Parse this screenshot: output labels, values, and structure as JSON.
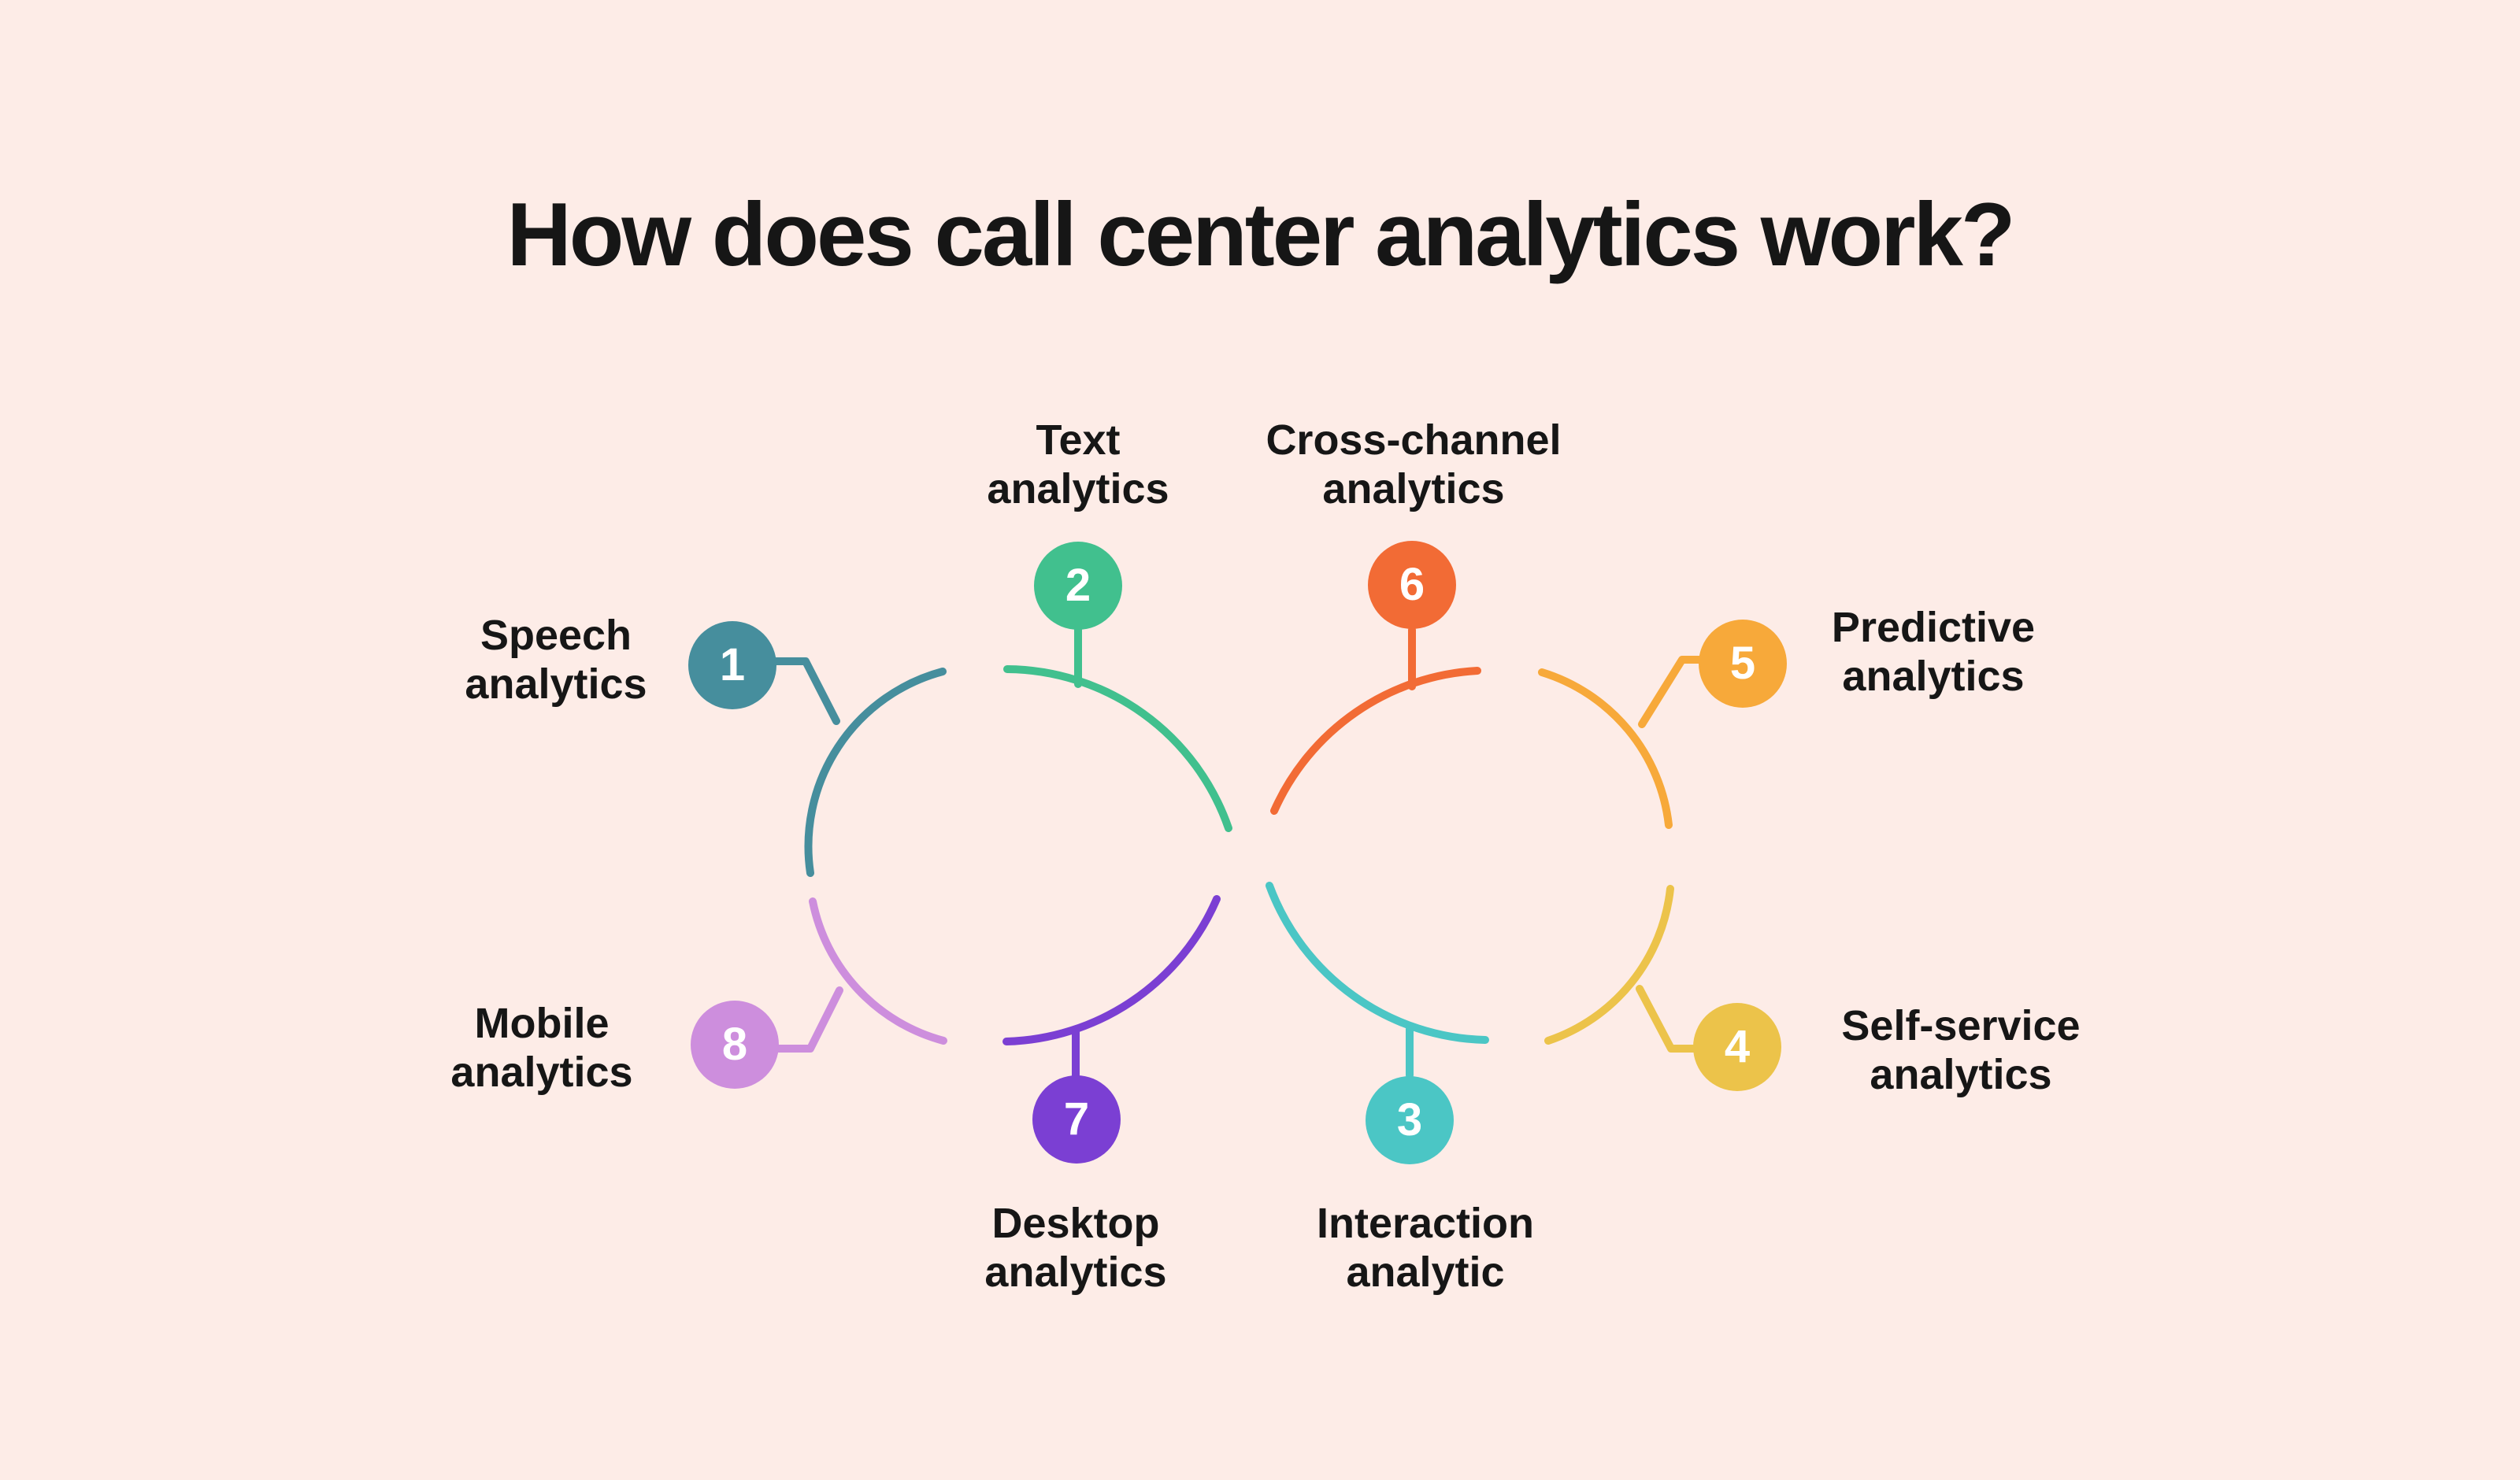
{
  "page": {
    "title": "How does call center analytics work?",
    "background": "#fdece7",
    "text_color": "#161616"
  },
  "diagram": {
    "type": "infinity-loop-infographic",
    "items": [
      {
        "number": "1",
        "label": "Speech analytics",
        "label_lines": [
          "Speech",
          "analytics"
        ],
        "color": "#468e9d"
      },
      {
        "number": "2",
        "label": "Text analytics",
        "label_lines": [
          "Text",
          "analytics"
        ],
        "color": "#41c08e"
      },
      {
        "number": "3",
        "label": "Interaction analytic",
        "label_lines": [
          "Interaction",
          "analytic"
        ],
        "color": "#4bc6c5"
      },
      {
        "number": "4",
        "label": "Self-service analytics",
        "label_lines": [
          "Self-service",
          "analytics"
        ],
        "color": "#ecc34a"
      },
      {
        "number": "5",
        "label": "Predictive analytics",
        "label_lines": [
          "Predictive",
          "analytics"
        ],
        "color": "#f7a93a"
      },
      {
        "number": "6",
        "label": "Cross-channel analytics",
        "label_lines": [
          "Cross-channel",
          "analytics"
        ],
        "color": "#f26b35"
      },
      {
        "number": "7",
        "label": "Desktop analytics",
        "label_lines": [
          "Desktop",
          "analytics"
        ],
        "color": "#7b3fd3"
      },
      {
        "number": "8",
        "label": "Mobile analytics",
        "label_lines": [
          "Mobile",
          "analytics"
        ],
        "color": "#cd8edd"
      }
    ]
  }
}
